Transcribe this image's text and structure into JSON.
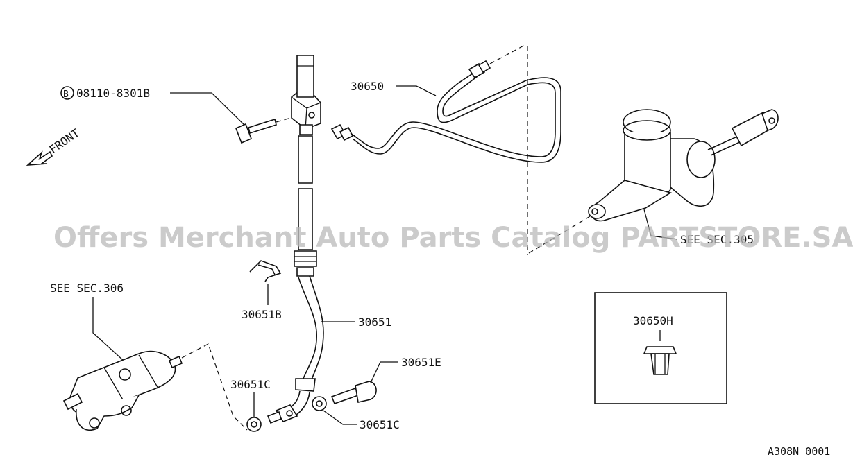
{
  "labels": {
    "bolt_prefix": "B",
    "bolt": "08110-8301B",
    "tube": "30650",
    "front": "FRONT",
    "master_ref": "SEE SEC.305",
    "slave_ref": "SEE SEC.306",
    "clip": "30651B",
    "hose": "30651",
    "gasket_left": "30651C",
    "gasket_right": "30651C",
    "eye_bolt": "30651E",
    "inset_part": "30650H",
    "diagram_code": "A308N 0001"
  },
  "watermark": "Offers Merchant Auto Parts Catalog PARTSTORE.SA",
  "colors": {
    "line": "#111111",
    "watermark": "#b9b9b9",
    "background": "#ffffff"
  }
}
